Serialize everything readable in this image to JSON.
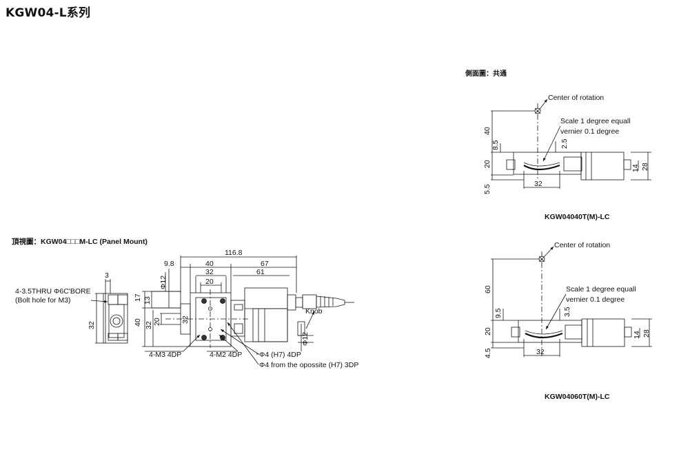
{
  "page": {
    "title": "KGW04-L系列"
  },
  "side_view": {
    "heading": "側面圖：共通",
    "labels": {
      "center": "Center of rotation",
      "scale1": "Scale 1 degree equall",
      "scale2": "vernier 0.1 degree"
    },
    "dims": {
      "d40": "40",
      "d8_5": "8.5",
      "d20": "20",
      "d5_5": "5.5",
      "d2_5": "2.5",
      "d32": "32",
      "d14": "14",
      "d28": "28"
    },
    "model": "KGW04040T(M)-LC"
  },
  "side_view_2": {
    "labels": {
      "center": "Center of rotation",
      "scale1": "Scale 1 degree equall",
      "scale2": "vernier 0.1 degree"
    },
    "dims": {
      "d60": "60",
      "d9_5": "9.5",
      "d20": "20",
      "d4_5": "4.5",
      "d3_5": "3.5",
      "d32": "32",
      "d14": "14",
      "d28": "28"
    },
    "model": "KGW04060T(M)-LC"
  },
  "top_view": {
    "heading": "頂視圖：KGW04□□□M-LC (Panel Mount)",
    "dims": {
      "d116_8": "116.8",
      "d9_8": "9.8",
      "d40": "40",
      "d67": "67",
      "d32": "32",
      "d61": "61",
      "d20": "20",
      "d3": "3",
      "phi12": "Φ12",
      "d17": "17",
      "d13": "13",
      "d32v": "32",
      "d40v": "40",
      "d32v2": "32",
      "d20v": "20",
      "d32e": "32",
      "phi12b": "Φ12"
    },
    "labels": {
      "bolt1": "4-3.5THRU Φ6C'BORE",
      "bolt2": "(Bolt hole for M3)",
      "m3": "4-M3 4DP",
      "m2": "4-M2 4DP",
      "phi4": "Φ4 (H7) 4DP",
      "phi4b": "Φ4 from the opossite (H7) 3DP",
      "knob": "Knob"
    }
  }
}
